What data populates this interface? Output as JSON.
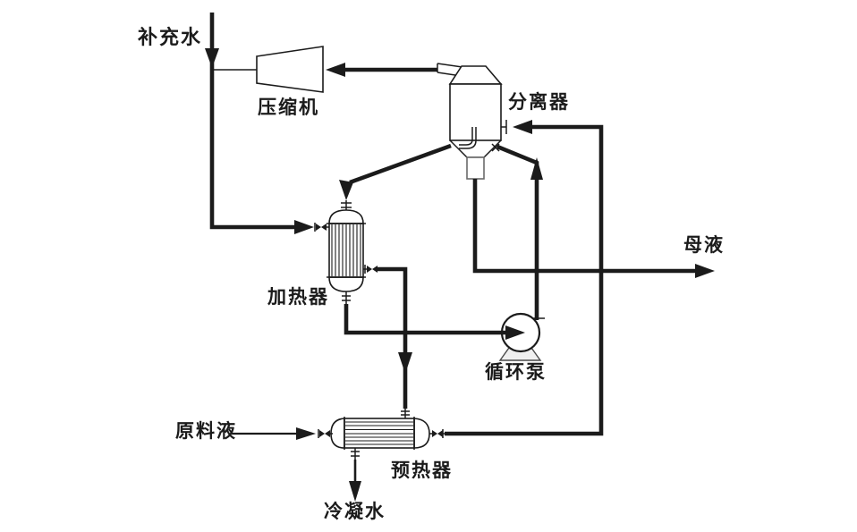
{
  "diagram": {
    "labels": {
      "makeup_water": "补充水",
      "compressor": "压缩机",
      "separator": "分离器",
      "mother_liquor": "母液",
      "heater": "加热器",
      "circulation_pump": "循环泵",
      "feed_liquid": "原料液",
      "preheater": "预热器",
      "condensate_water": "冷凝水"
    },
    "colors": {
      "line": "#1b1b1b",
      "background": "#ffffff"
    }
  }
}
